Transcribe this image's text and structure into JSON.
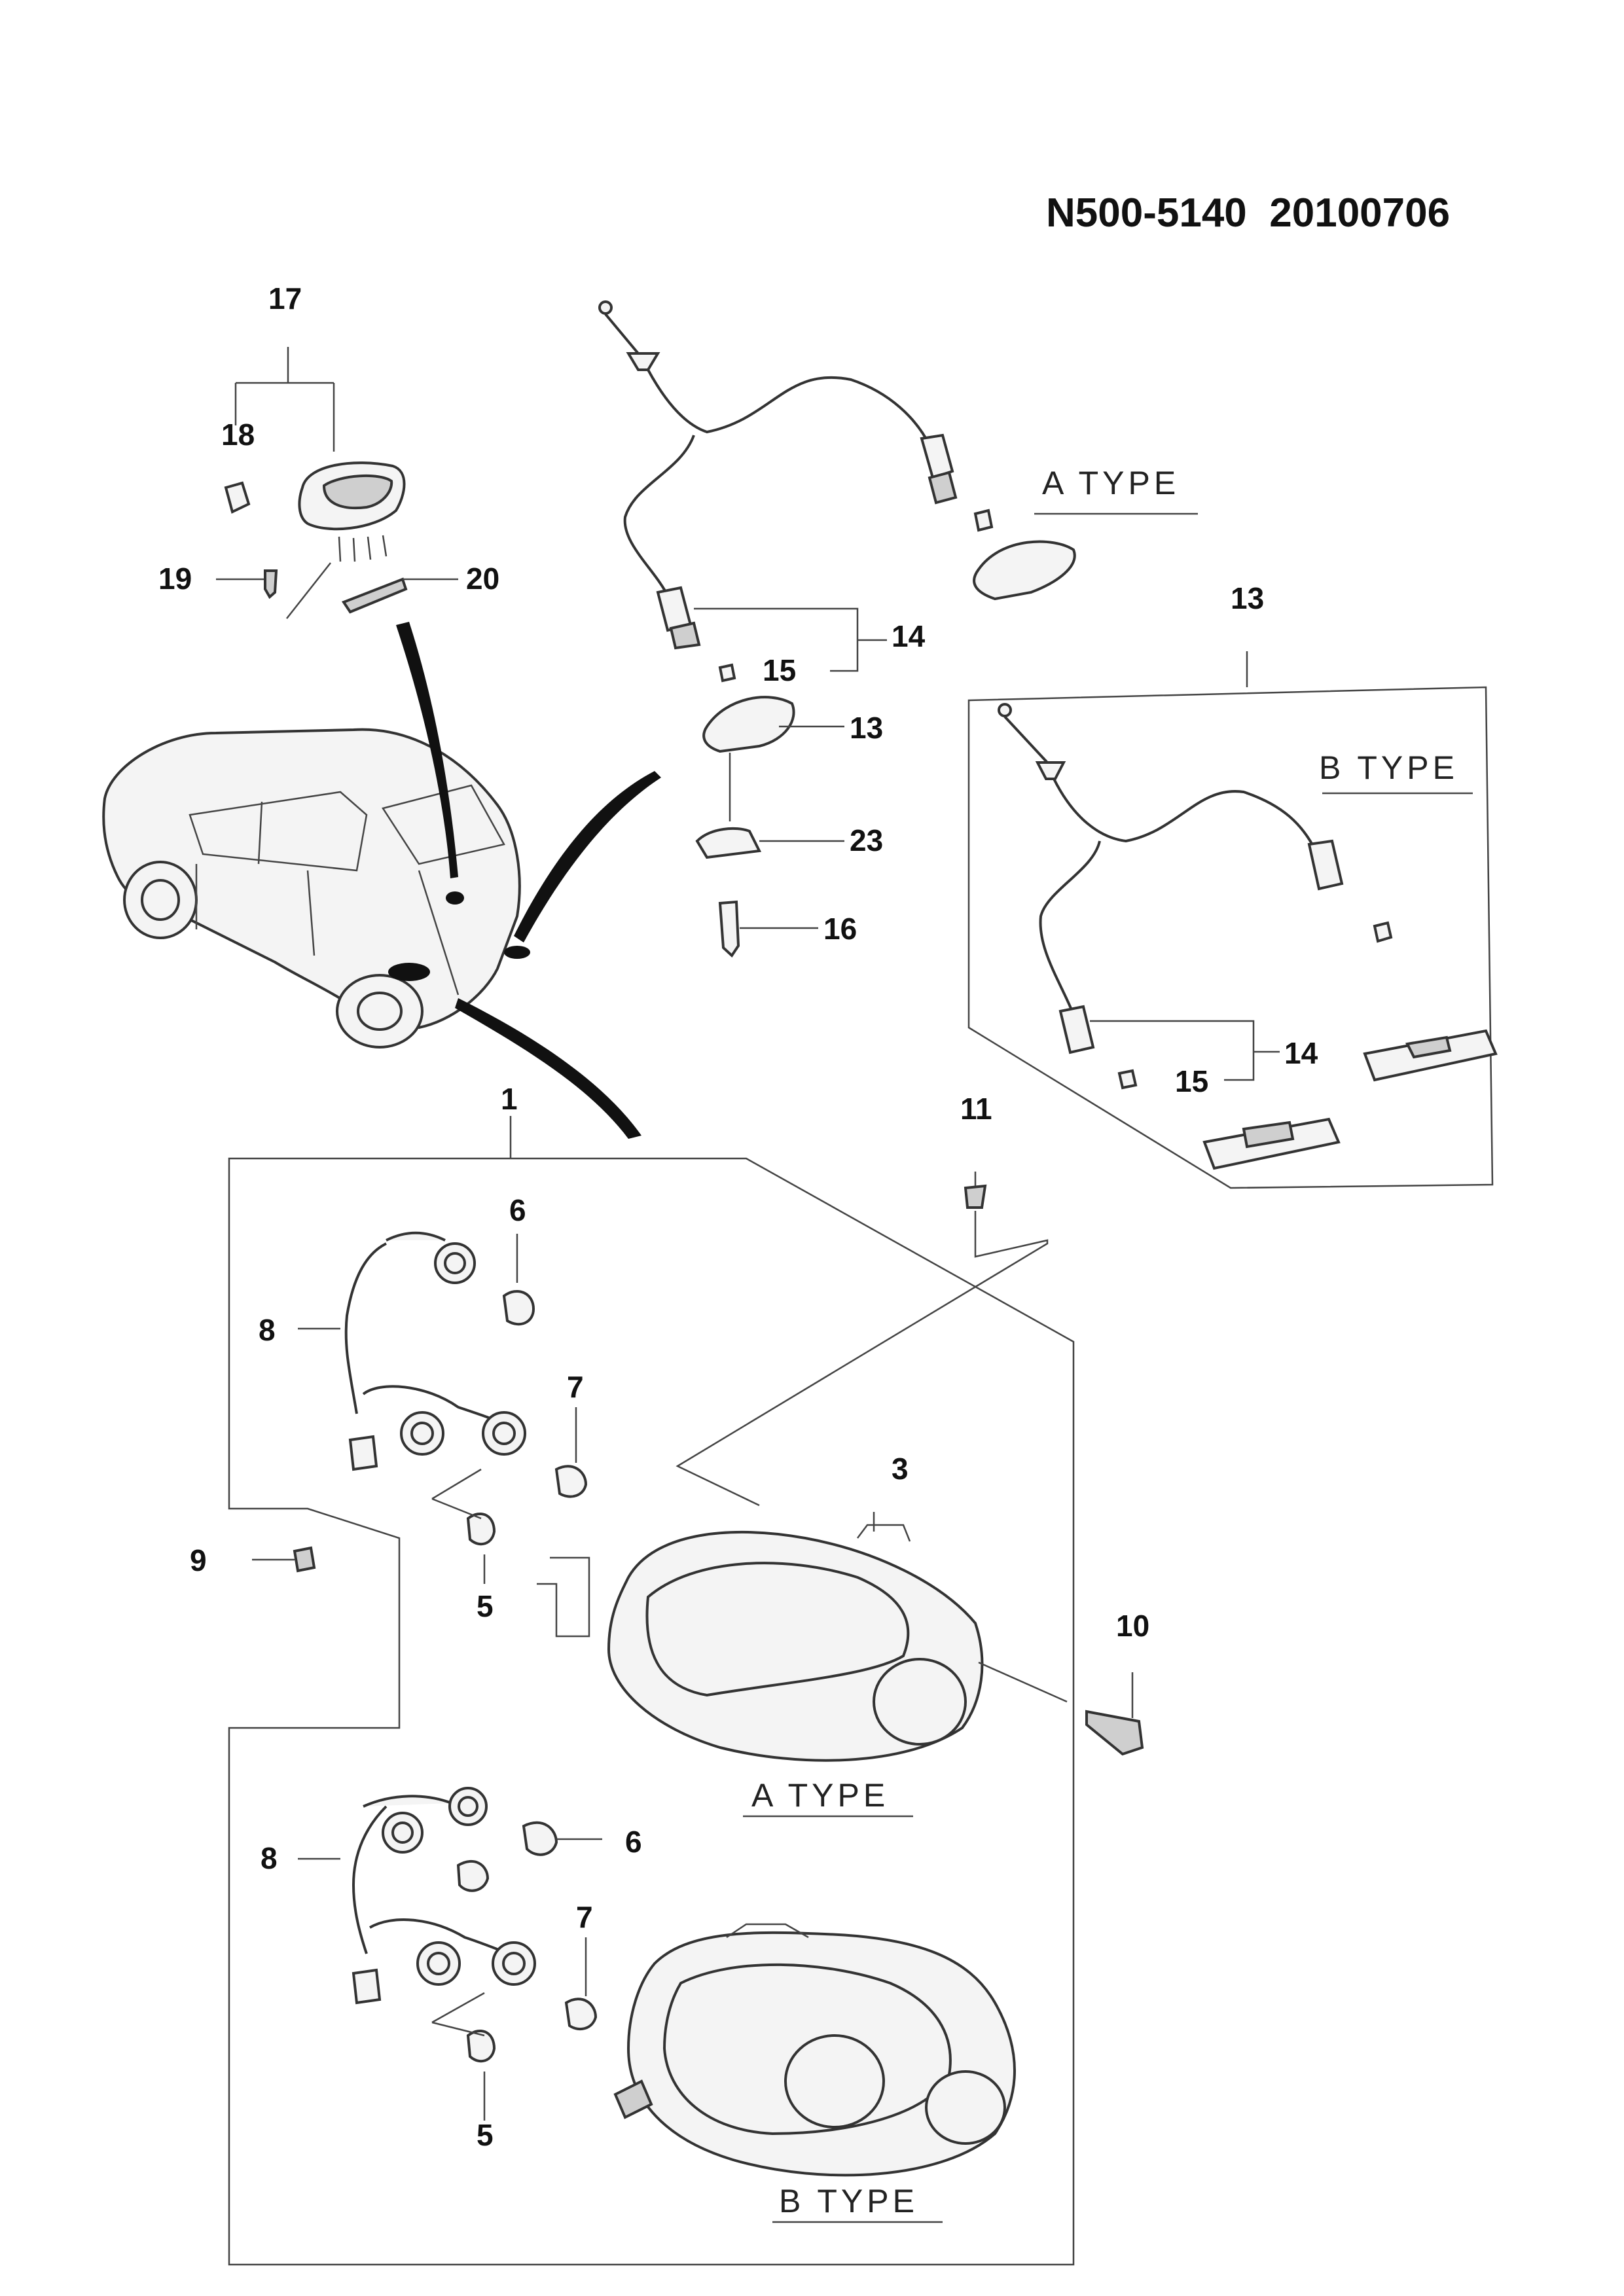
{
  "document": {
    "drawing_code": "N500-5140",
    "date_code": "20100706"
  },
  "callouts": {
    "c1": "1",
    "c3": "3",
    "c5a": "5",
    "c5b": "5",
    "c6a": "6",
    "c6b": "6",
    "c7a": "7",
    "c7b": "7",
    "c8a": "8",
    "c8b": "8",
    "c9": "9",
    "c10": "10",
    "c11": "11",
    "c13a": "13",
    "c13b": "13",
    "c14a": "14",
    "c14b": "14",
    "c15a": "15",
    "c15b": "15",
    "c16": "16",
    "c17": "17",
    "c18": "18",
    "c19": "19",
    "c20": "20",
    "c23": "23"
  },
  "type_labels": {
    "plate_a": "A TYPE",
    "plate_b": "B TYPE",
    "lamp_a": "A TYPE",
    "lamp_b": "B TYPE"
  }
}
